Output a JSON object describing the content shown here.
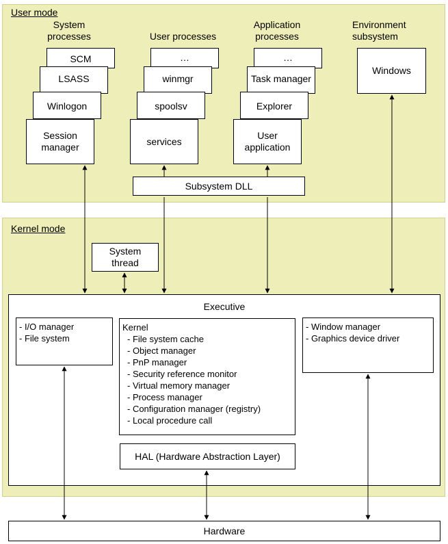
{
  "user_mode": {
    "title": "User mode",
    "system_processes": {
      "heading": "System processes",
      "stack": [
        "SCM",
        "LSASS",
        "Winlogon",
        "Session manager"
      ]
    },
    "user_processes": {
      "heading": "User processes",
      "stack": [
        "…",
        "winmgr",
        "spoolsv",
        "services"
      ]
    },
    "application_processes": {
      "heading": "Application processes",
      "stack": [
        "…",
        "Task manager",
        "Explorer",
        "User application"
      ]
    },
    "environment_subsystem": {
      "heading": "Environment subsystem",
      "box": "Windows"
    },
    "subsystem_dll": "Subsystem DLL"
  },
  "kernel_mode": {
    "title": "Kernel mode",
    "system_thread": "System thread",
    "executive": {
      "title": "Executive",
      "io_panel": [
        "- I/O manager",
        "- File system"
      ],
      "kernel_panel": {
        "title": "Kernel",
        "items": [
          "- File system cache",
          "- Object manager",
          "- PnP manager",
          "- Security reference monitor",
          "- Virtual memory manager",
          "- Process manager",
          "- Configuration manager (registry)",
          "- Local procedure call"
        ]
      },
      "window_panel": [
        "- Window manager",
        "- Graphics device driver"
      ],
      "hal": "HAL (Hardware Abstraction Layer)"
    }
  },
  "hardware": "Hardware"
}
